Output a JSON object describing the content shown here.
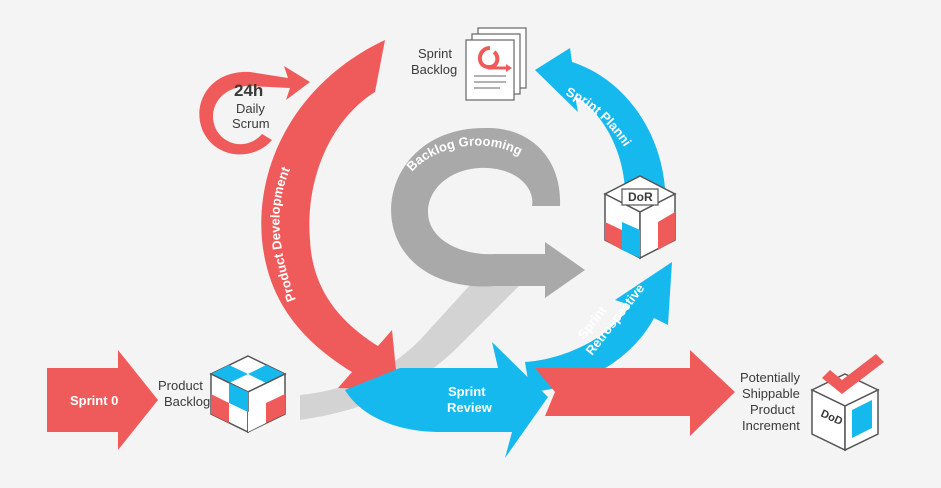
{
  "colors": {
    "red": "#ef5b5b",
    "cyan": "#15b9ee",
    "gray": "#a9a9a9",
    "light_gray": "#d2d2d2",
    "text": "#3a3a3a"
  },
  "sprint_zero": "Sprint 0",
  "product_backlog": [
    "Product",
    "Backlog"
  ],
  "daily_scrum": {
    "hours": "24h",
    "line1": "Daily",
    "line2": "Scrum"
  },
  "product_development": "Product Development",
  "sprint_backlog": [
    "Sprint",
    "Backlog"
  ],
  "sprint_planning": "Sprint Planning",
  "dor": "DoR",
  "backlog_grooming": "Backlog Grooming",
  "sprint_review": [
    "Sprint",
    "Review"
  ],
  "sprint_retrospective": [
    "Sprint",
    "Retrospective"
  ],
  "increment": [
    "Potentially",
    "Shippable",
    "Product",
    "Increment"
  ],
  "dod": "DoD"
}
